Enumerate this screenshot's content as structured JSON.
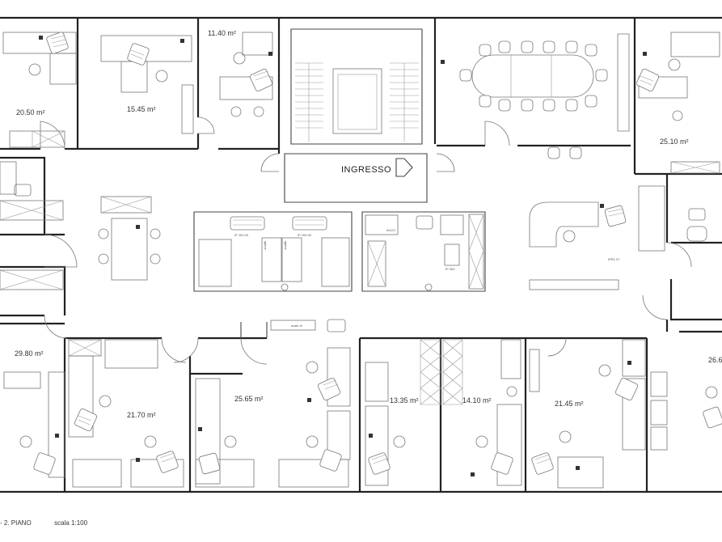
{
  "plan": {
    "entrance_label": "INGRESSO",
    "rooms": [
      {
        "id": "a",
        "area": "20.50 m²"
      },
      {
        "id": "b",
        "area": "15.45 m²"
      },
      {
        "id": "c",
        "area": "11.40 m²"
      },
      {
        "id": "d",
        "area": "25.10 m²"
      },
      {
        "id": "e",
        "area": "29.80 m²"
      },
      {
        "id": "f",
        "area": "21.70 m²"
      },
      {
        "id": "g",
        "area": "25.65 m²"
      },
      {
        "id": "h",
        "area": "13.35 m²"
      },
      {
        "id": "i",
        "area": "14.10 m²"
      },
      {
        "id": "j",
        "area": "21.45 m²"
      },
      {
        "id": "k",
        "area": "26.6"
      }
    ],
    "small_labels": [
      "igiene",
      "igiene",
      "scale dl"
    ],
    "colors": {
      "wall": "#222222",
      "furniture": "#777777",
      "background": "#ffffff"
    }
  },
  "footer": {
    "floor": "- 2. PIANO",
    "scale": "scala 1:100"
  }
}
